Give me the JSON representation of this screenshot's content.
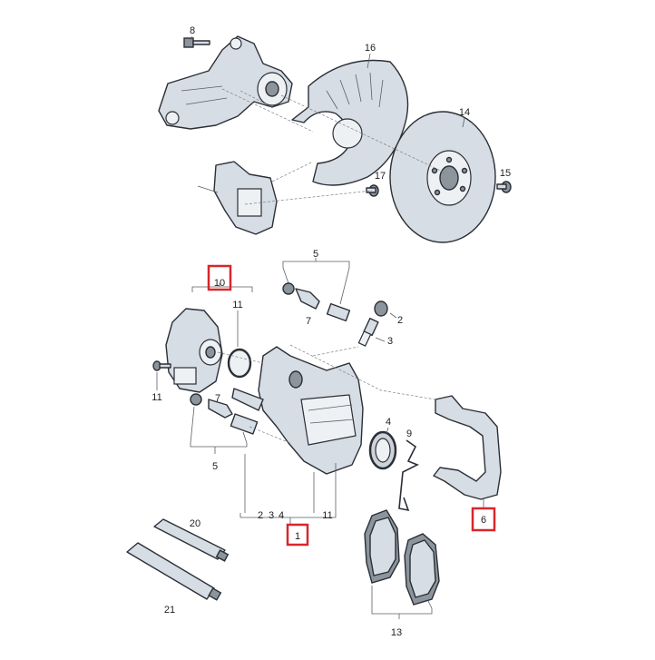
{
  "callouts": {
    "c1": "1",
    "c2a": "2",
    "c2b": "2",
    "c3a": "3",
    "c3b": "3",
    "c4a": "4",
    "c4b": "4",
    "c5a": "5",
    "c5b": "5",
    "c6": "6",
    "c7a": "7",
    "c7b": "7",
    "c8": "8",
    "c9": "9",
    "c10": "10",
    "c11a": "11",
    "c11b": "11",
    "c11c": "11",
    "c13": "13",
    "c14": "14",
    "c15": "15",
    "c16": "16",
    "c17": "17",
    "c20": "20",
    "c21": "21"
  },
  "colors": {
    "highlight": "#d8262b",
    "part_fill": "#d6dde4",
    "outline": "#2b2f36"
  }
}
